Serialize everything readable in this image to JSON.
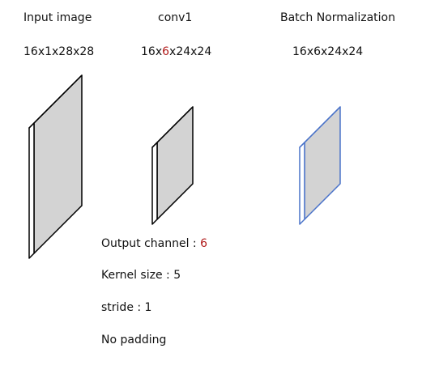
{
  "stages": [
    {
      "title": "Input image",
      "shape": {
        "prefix": "16x1x28x28"
      }
    },
    {
      "title": "conv1",
      "shape": {
        "prefix": "16x",
        "highlight": "6",
        "suffix": "x24x24"
      }
    },
    {
      "title": "Batch Normalization",
      "shape": {
        "prefix": "16x6x24x24"
      }
    }
  ],
  "conv_params": {
    "output_channel_label": "Output channel : ",
    "output_channel_value": "6",
    "kernel_size": "Kernel size : 5",
    "stride": "stride : 1",
    "padding": "No padding"
  },
  "colors": {
    "highlight": "#b01818",
    "block_face": "#d3d3d3",
    "block_edge": "#000000",
    "bn_edge": "#4a73c9"
  }
}
